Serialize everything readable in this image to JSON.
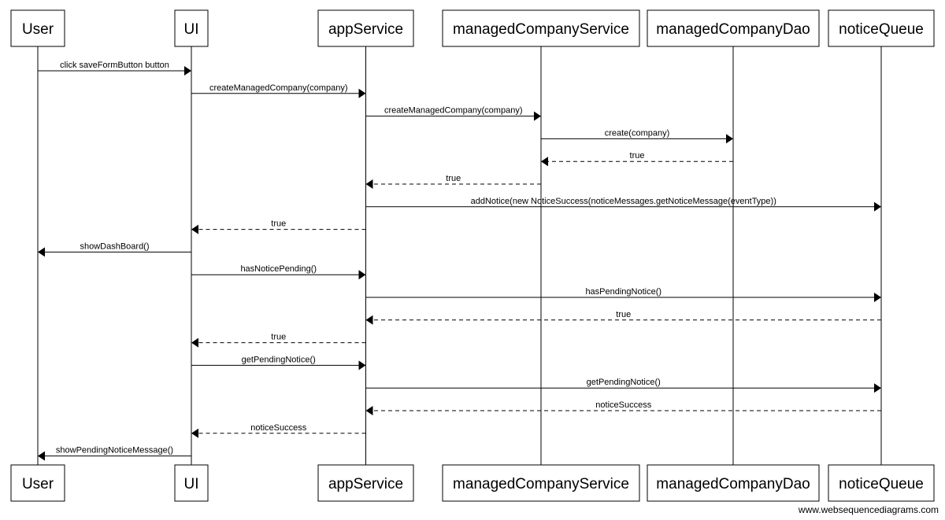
{
  "participants": [
    {
      "id": "user",
      "label": "User"
    },
    {
      "id": "ui",
      "label": "UI"
    },
    {
      "id": "appService",
      "label": "appService"
    },
    {
      "id": "managedCompanyService",
      "label": "managedCompanyService"
    },
    {
      "id": "managedCompanyDao",
      "label": "managedCompanyDao"
    },
    {
      "id": "noticeQueue",
      "label": "noticeQueue"
    }
  ],
  "messages": [
    {
      "from": "user",
      "to": "ui",
      "label": "click saveFormButton button",
      "style": "solid"
    },
    {
      "from": "ui",
      "to": "appService",
      "label": "createManagedCompany(company)",
      "style": "solid"
    },
    {
      "from": "appService",
      "to": "managedCompanyService",
      "label": "createManagedCompany(company)",
      "style": "solid"
    },
    {
      "from": "managedCompanyService",
      "to": "managedCompanyDao",
      "label": "create(company)",
      "style": "solid"
    },
    {
      "from": "managedCompanyDao",
      "to": "managedCompanyService",
      "label": "true",
      "style": "dashed"
    },
    {
      "from": "managedCompanyService",
      "to": "appService",
      "label": "true",
      "style": "dashed"
    },
    {
      "from": "appService",
      "to": "noticeQueue",
      "label": "addNotice(new NoticeSuccess(noticeMessages.getNoticeMessage(eventType))",
      "style": "solid"
    },
    {
      "from": "appService",
      "to": "ui",
      "label": "true",
      "style": "dashed"
    },
    {
      "from": "ui",
      "to": "user",
      "label": "showDashBoard()",
      "style": "solid"
    },
    {
      "from": "ui",
      "to": "appService",
      "label": "hasNoticePending()",
      "style": "solid"
    },
    {
      "from": "appService",
      "to": "noticeQueue",
      "label": "hasPendingNotice()",
      "style": "solid"
    },
    {
      "from": "noticeQueue",
      "to": "appService",
      "label": "true",
      "style": "dashed"
    },
    {
      "from": "appService",
      "to": "ui",
      "label": "true",
      "style": "dashed"
    },
    {
      "from": "ui",
      "to": "appService",
      "label": "getPendingNotice()",
      "style": "solid"
    },
    {
      "from": "appService",
      "to": "noticeQueue",
      "label": "getPendingNotice()",
      "style": "solid"
    },
    {
      "from": "noticeQueue",
      "to": "appService",
      "label": "noticeSuccess",
      "style": "dashed"
    },
    {
      "from": "appService",
      "to": "ui",
      "label": "noticeSuccess",
      "style": "dashed"
    },
    {
      "from": "ui",
      "to": "user",
      "label": "showPendingNoticeMessage()",
      "style": "solid"
    }
  ],
  "watermark": "www.websequencediagrams.com"
}
